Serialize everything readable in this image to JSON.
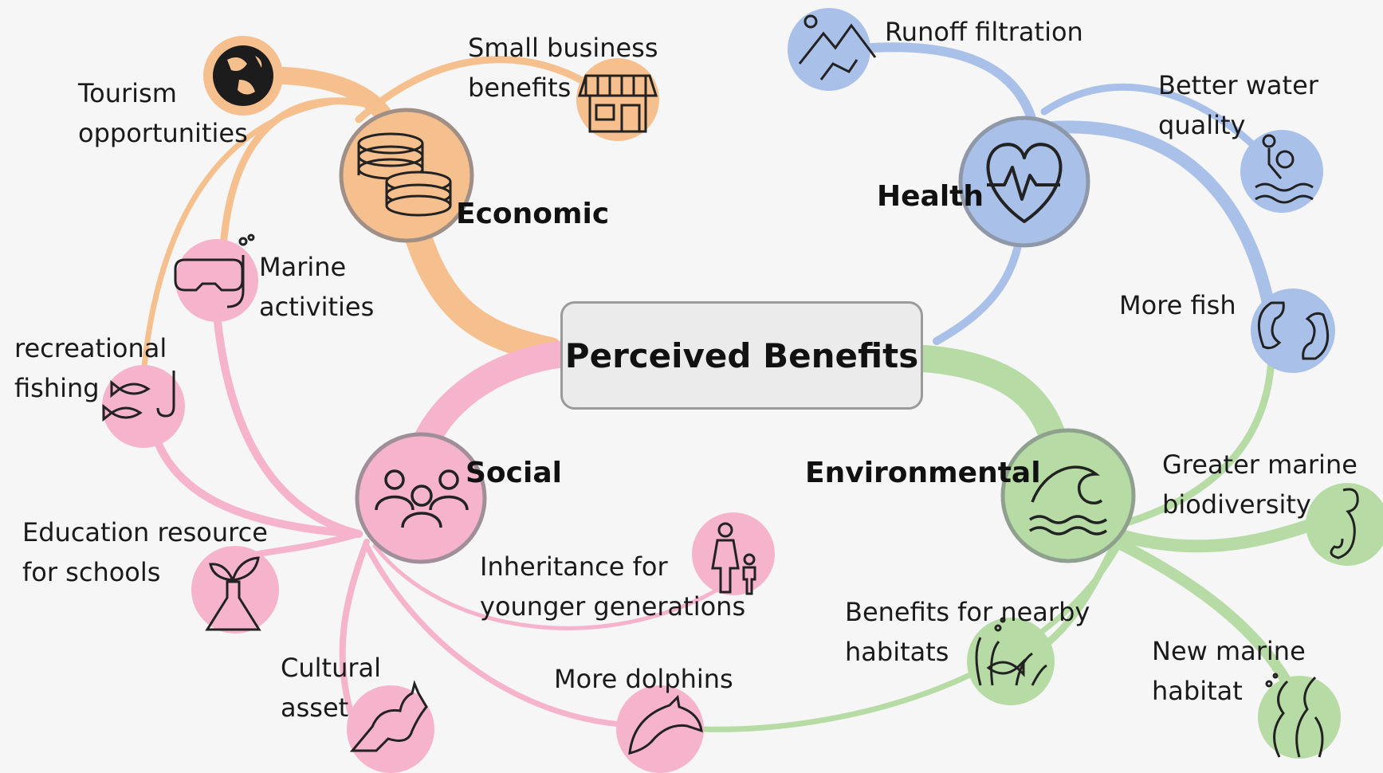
{
  "diagram": {
    "center": "Perceived Benefits",
    "categories": {
      "economic": {
        "label": "Economic",
        "color": "#f5c08e",
        "edge": "#a08f86"
      },
      "health": {
        "label": "Health",
        "color": "#a9c0e8",
        "edge": "#8f98a8"
      },
      "social": {
        "label": "Social",
        "color": "#f5b3cc",
        "edge": "#a08f98"
      },
      "environmental": {
        "label": "Environmental",
        "color": "#b6dba4",
        "edge": "#8fa08f"
      }
    },
    "benefits": {
      "tourism": {
        "line1": "Tourism",
        "line2": "opportunities"
      },
      "small_business": {
        "line1": "Small business",
        "line2": "benefits"
      },
      "marine_activities": {
        "line1": "Marine",
        "line2": "activities"
      },
      "recreational_fishing": {
        "line1": "recreational",
        "line2": "fishing"
      },
      "education": {
        "line1": "Education resource",
        "line2": "for schools"
      },
      "cultural": {
        "line1": "Cultural",
        "line2": "asset"
      },
      "inheritance": {
        "line1": "Inheritance for",
        "line2": "younger generations"
      },
      "dolphins": {
        "line1": "More dolphins"
      },
      "runoff": {
        "line1": "Runoff filtration"
      },
      "water_quality": {
        "line1": "Better water",
        "line2": "quality"
      },
      "more_fish": {
        "line1": "More fish"
      },
      "biodiversity": {
        "line1": "Greater marine",
        "line2": "biodiversity"
      },
      "nearby_habitats": {
        "line1": "Benefits for nearby",
        "line2": "habitats"
      },
      "new_habitat": {
        "line1": "New marine",
        "line2": "habitat"
      }
    }
  }
}
